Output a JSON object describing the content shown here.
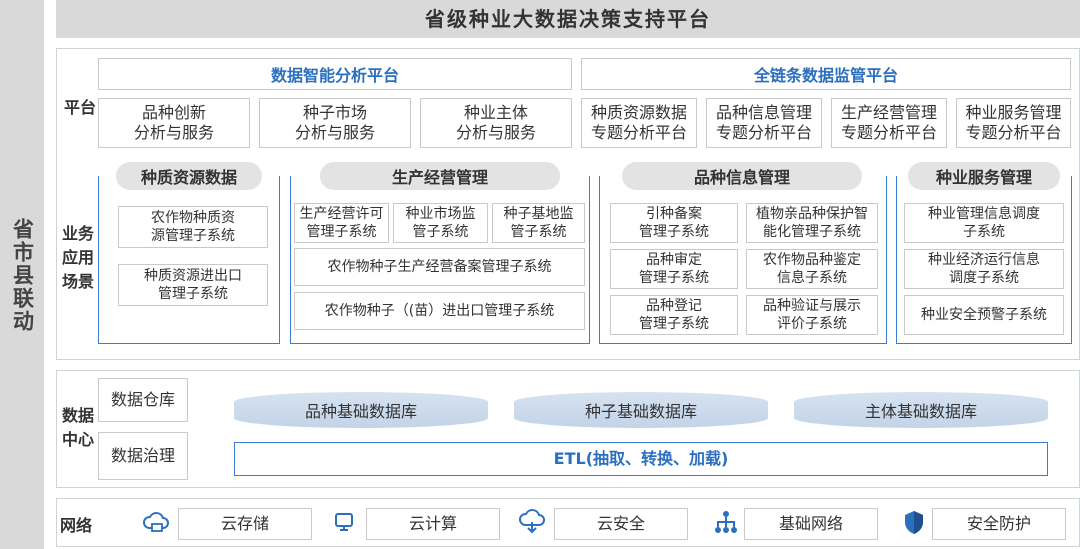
{
  "title": "省级种业大数据决策支持平台",
  "side_label": "省市县联动",
  "platform": {
    "label": "平台",
    "headers": [
      "数据智能分析平台",
      "全链条数据监管平台"
    ],
    "items": [
      "品种创新\n分析与服务",
      "种子市场\n分析与服务",
      "种业主体\n分析与服务",
      "种质资源数据\n专题分析平台",
      "品种信息管理\n专题分析平台",
      "生产经营管理\n专题分析平台",
      "种业服务管理\n专题分析平台"
    ]
  },
  "business": {
    "label": "业务\n应用\n场景",
    "categories": [
      {
        "name": "种质资源数据",
        "items": [
          "农作物种质资\n源管理子系统",
          "种质资源进出口\n管理子系统"
        ]
      },
      {
        "name": "生产经营管理",
        "items": [
          "生产经营许可\n管理子系统",
          "种业市场监\n管子系统",
          "种子基地监\n管子系统",
          "农作物种子生产经营备案管理子系统",
          "农作物种子（(苗）进出口管理子系统"
        ]
      },
      {
        "name": "品种信息管理",
        "items": [
          "引种备案\n管理子系统",
          "植物亲品种保护智\n能化管理子系统",
          "品种审定\n管理子系统",
          "农作物品种鉴定\n信息子系统",
          "品种登记\n管理子系统",
          "品种验证与展示\n评价子系统"
        ]
      },
      {
        "name": "种业服务管理",
        "items": [
          "种业管理信息调度\n子系统",
          "种业经济运行信息\n调度子系统",
          "种业安全预警子系统"
        ]
      }
    ]
  },
  "data_center": {
    "label": "数据\n中心",
    "left": [
      "数据仓库",
      "数据治理"
    ],
    "databases": [
      "品种基础数据库",
      "种子基础数据库",
      "主体基础数据库"
    ],
    "etl": "ETL(抽取、转换、加载)"
  },
  "network": {
    "label": "网络",
    "items": [
      {
        "icon": "cloud-storage-icon",
        "label": "云存储"
      },
      {
        "icon": "cloud-compute-icon",
        "label": "云计算"
      },
      {
        "icon": "cloud-security-icon",
        "label": "云安全"
      },
      {
        "icon": "network-topology-icon",
        "label": "基础网络"
      },
      {
        "icon": "shield-icon",
        "label": "安全防护"
      }
    ]
  },
  "colors": {
    "accent": "#2c6fbf",
    "border_blue": "#3a7bd5",
    "gray": "#d9d9d9"
  }
}
